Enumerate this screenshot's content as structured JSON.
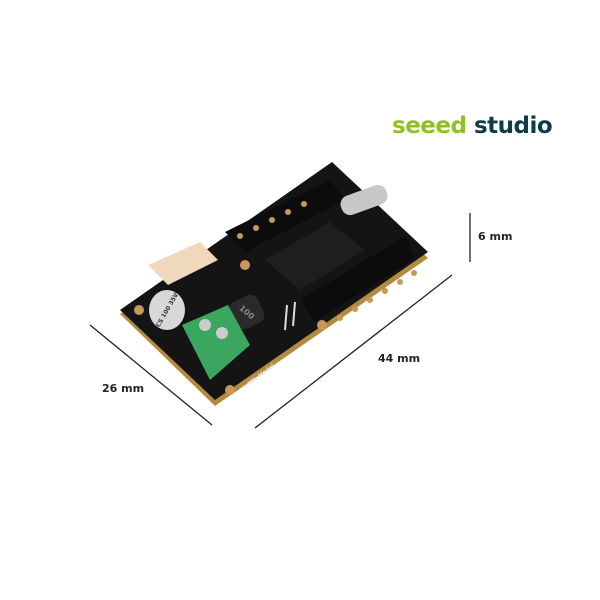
{
  "logo": {
    "part1": "seeed",
    "part2": "studio",
    "colors": {
      "seeed": "#8dc21f",
      "studio": "#0e3a4a"
    }
  },
  "dimensions": {
    "height": "6 mm",
    "length": "44 mm",
    "width": "26 mm"
  },
  "board": {
    "capacitor_text": "CS 100 35V",
    "inductor_text": "100",
    "silkscreen_text": "TTL Model",
    "pcb_color": "#111111",
    "terminal_color": "#3aa660"
  }
}
